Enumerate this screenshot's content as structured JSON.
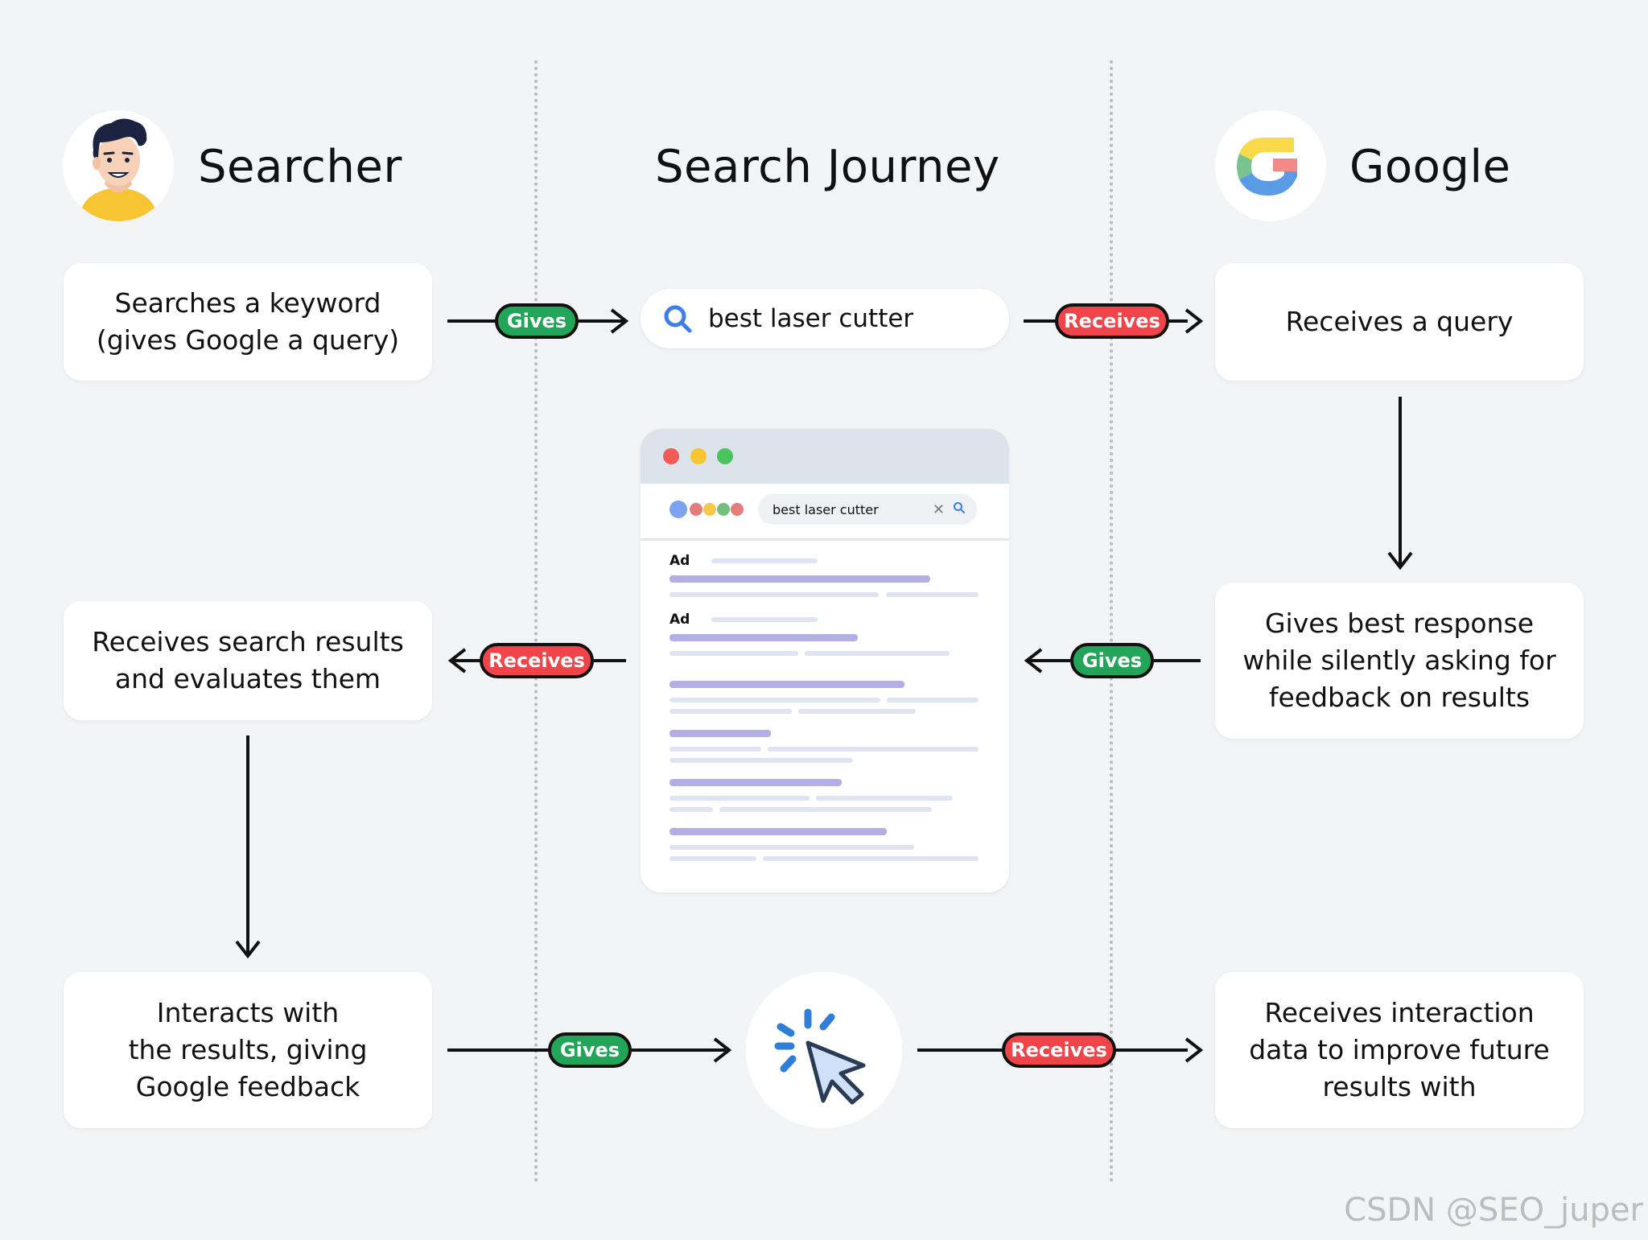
{
  "columns": {
    "left": {
      "title": "Searcher"
    },
    "center": {
      "title": "Search Journey"
    },
    "right": {
      "title": "Google"
    }
  },
  "cards": {
    "searcher_query": "Searches a keyword\n(gives Google a query)",
    "searcher_results": "Receives search results\nand evaluates them",
    "searcher_interacts": "Interacts with\nthe results, giving\nGoogle feedback",
    "google_query": "Receives a query",
    "google_response": "Gives best response\nwhile silently asking for\nfeedback on results",
    "google_interaction": "Receives interaction\ndata to improve future\nresults with"
  },
  "badges": {
    "gives": "Gives",
    "receives": "Receives"
  },
  "search_query": "best laser cutter",
  "serp": {
    "query": "best laser cutter",
    "ad_label": "Ad"
  },
  "colors": {
    "gives": "#22a559",
    "receives": "#f0434a",
    "background": "#f3f4f6"
  },
  "icons": {
    "searcher": "person-avatar-icon",
    "google": "google-logo-icon",
    "search": "magnifier-icon",
    "click": "cursor-click-icon"
  },
  "watermark": "CSDN @SEO_juper"
}
